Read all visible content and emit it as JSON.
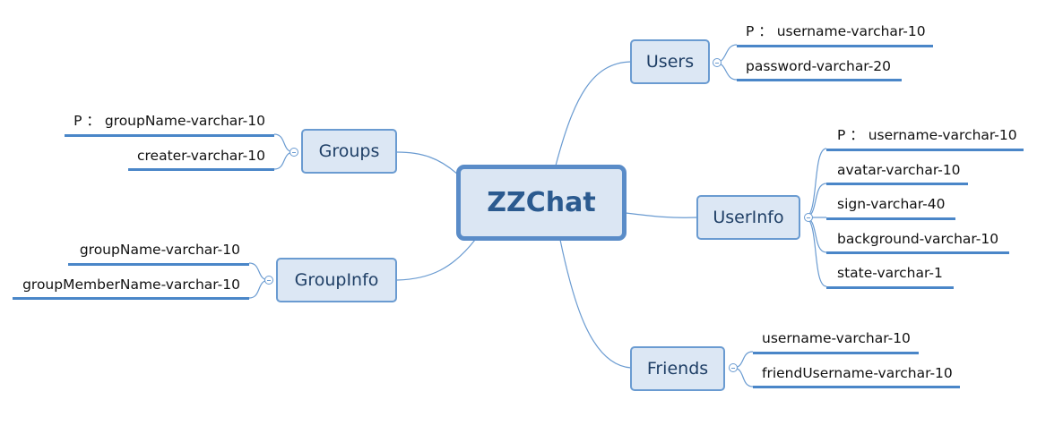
{
  "root": {
    "label": "ZZChat"
  },
  "branches": {
    "users": {
      "label": "Users",
      "fields": [
        "P ： username-varchar-10",
        "password-varchar-20"
      ]
    },
    "userinfo": {
      "label": "UserInfo",
      "fields": [
        "P ： username-varchar-10",
        "avatar-varchar-10",
        "sign-varchar-40",
        "background-varchar-10",
        "state-varchar-1"
      ]
    },
    "friends": {
      "label": "Friends",
      "fields": [
        "username-varchar-10",
        "friendUsername-varchar-10"
      ]
    },
    "groups": {
      "label": "Groups",
      "fields": [
        "P ： groupName-varchar-10",
        "creater-varchar-10"
      ]
    },
    "groupinfo": {
      "label": "GroupInfo",
      "fields": [
        "groupName-varchar-10",
        "groupMemberName-varchar-10"
      ]
    }
  },
  "colors": {
    "line": "#6a9bd1",
    "underline": "#4a86c8",
    "node_fill": "#dce7f4",
    "text": "#1f3f66"
  }
}
